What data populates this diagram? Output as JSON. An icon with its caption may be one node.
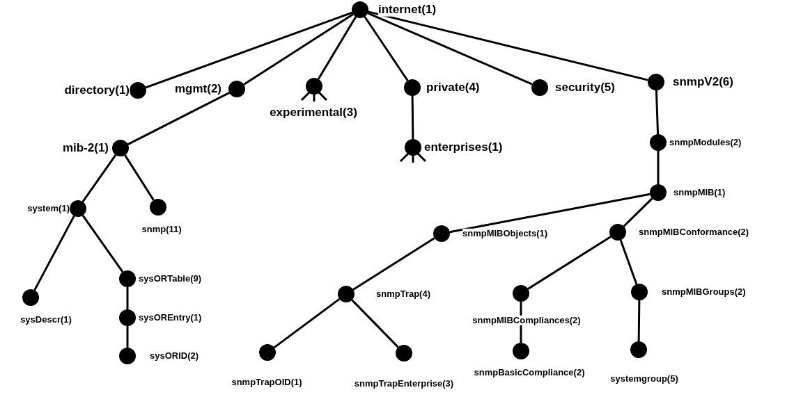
{
  "diagram": {
    "nodes": [
      {
        "text": [],
        "shape": "circle",
        "beside": [
          "internet(1)"
        ]
      },
      {
        "text": [],
        "shape": "circle",
        "beside": [
          "directory(1)"
        ]
      },
      {
        "text": [],
        "shape": "circle",
        "beside": [
          "mgmt(2)"
        ]
      },
      {
        "text": [],
        "shape": "circle",
        "beside": [
          "experimental(3)"
        ]
      },
      {
        "text": [],
        "shape": "circle",
        "beside": [
          "private(4)"
        ]
      },
      {
        "text": [],
        "shape": "circle",
        "beside": [
          "security(5)"
        ]
      },
      {
        "text": [],
        "shape": "circle",
        "beside": [
          "snmpV2(6)"
        ]
      },
      {
        "text": [],
        "shape": "circle",
        "beside": [
          "mib-2(1)"
        ]
      },
      {
        "text": [],
        "shape": "circle",
        "beside": [
          "system(1)"
        ]
      },
      {
        "text": [],
        "shape": "circle",
        "beside": [
          "snmp(11)"
        ]
      },
      {
        "text": [],
        "shape": "circle",
        "beside": [
          "sysDescr(1)"
        ]
      },
      {
        "text": [],
        "shape": "circle",
        "beside": [
          "sysORTable(9)"
        ]
      },
      {
        "text": [],
        "shape": "circle",
        "beside": [
          "sysOREntry(1)"
        ]
      },
      {
        "text": [],
        "shape": "circle",
        "beside": [
          "sysORID(2)"
        ]
      },
      {
        "text": [],
        "shape": "circle",
        "beside": [
          "enterprises(1)"
        ]
      },
      {
        "text": [],
        "shape": "circle",
        "beside": [
          "snmpModules(2)"
        ]
      },
      {
        "text": [],
        "shape": "circle",
        "beside": [
          "snmpMIB(1)"
        ]
      },
      {
        "text": [],
        "shape": "circle",
        "beside": [
          "snmpMIBObjects(1)"
        ]
      },
      {
        "text": [],
        "shape": "circle",
        "beside": [
          "snmpMIBConformance(2)"
        ]
      },
      {
        "text": [],
        "shape": "circle",
        "beside": [
          "snmpTrap(4)"
        ]
      },
      {
        "text": [],
        "shape": "circle",
        "beside": [
          "snmpMIBCompliances(2)"
        ]
      },
      {
        "text": [],
        "shape": "circle",
        "beside": [
          "snmpMIBGroups(2)"
        ]
      },
      {
        "text": [],
        "shape": "circle",
        "beside": [
          "snmpTrapOID(1)"
        ]
      },
      {
        "text": [],
        "shape": "circle",
        "beside": [
          "snmpTrapEnterprise(3)"
        ]
      },
      {
        "text": [],
        "shape": "circle",
        "beside": [
          "snmpBasicCompliance(2)"
        ]
      },
      {
        "text": [],
        "shape": "circle",
        "beside": [
          "systemgroup(5)"
        ]
      }
    ],
    "edges": [
      {
        "from": 0,
        "to": 1,
        "arrow": "none"
      },
      {
        "from": 0,
        "to": 2,
        "arrow": "none"
      },
      {
        "from": 0,
        "to": 3,
        "arrow": "none"
      },
      {
        "from": 0,
        "to": 4,
        "arrow": "none"
      },
      {
        "from": 0,
        "to": 5,
        "arrow": "none"
      },
      {
        "from": 0,
        "to": 6,
        "arrow": "none"
      },
      {
        "from": 2,
        "to": 7,
        "arrow": "none"
      },
      {
        "from": 7,
        "to": 8,
        "arrow": "none"
      },
      {
        "from": 7,
        "to": 9,
        "arrow": "none"
      },
      {
        "from": 8,
        "to": 10,
        "arrow": "none"
      },
      {
        "from": 8,
        "to": 11,
        "arrow": "none"
      },
      {
        "from": 11,
        "to": 12,
        "arrow": "none"
      },
      {
        "from": 12,
        "to": 13,
        "arrow": "none"
      },
      {
        "from": 4,
        "to": 14,
        "arrow": "none"
      },
      {
        "from": 6,
        "to": 15,
        "arrow": "none"
      },
      {
        "from": 15,
        "to": 16,
        "arrow": "none"
      },
      {
        "from": 16,
        "to": 17,
        "arrow": "none"
      },
      {
        "from": 16,
        "to": 18,
        "arrow": "none"
      },
      {
        "from": 17,
        "to": 19,
        "arrow": "none"
      },
      {
        "from": 19,
        "to": 22,
        "arrow": "none"
      },
      {
        "from": 19,
        "to": 23,
        "arrow": "none"
      },
      {
        "from": 18,
        "to": 20,
        "arrow": "none"
      },
      {
        "from": 18,
        "to": 21,
        "arrow": "none"
      },
      {
        "from": 20,
        "to": 24,
        "arrow": "none"
      },
      {
        "from": 21,
        "to": 25,
        "arrow": "none"
      }
    ]
  }
}
